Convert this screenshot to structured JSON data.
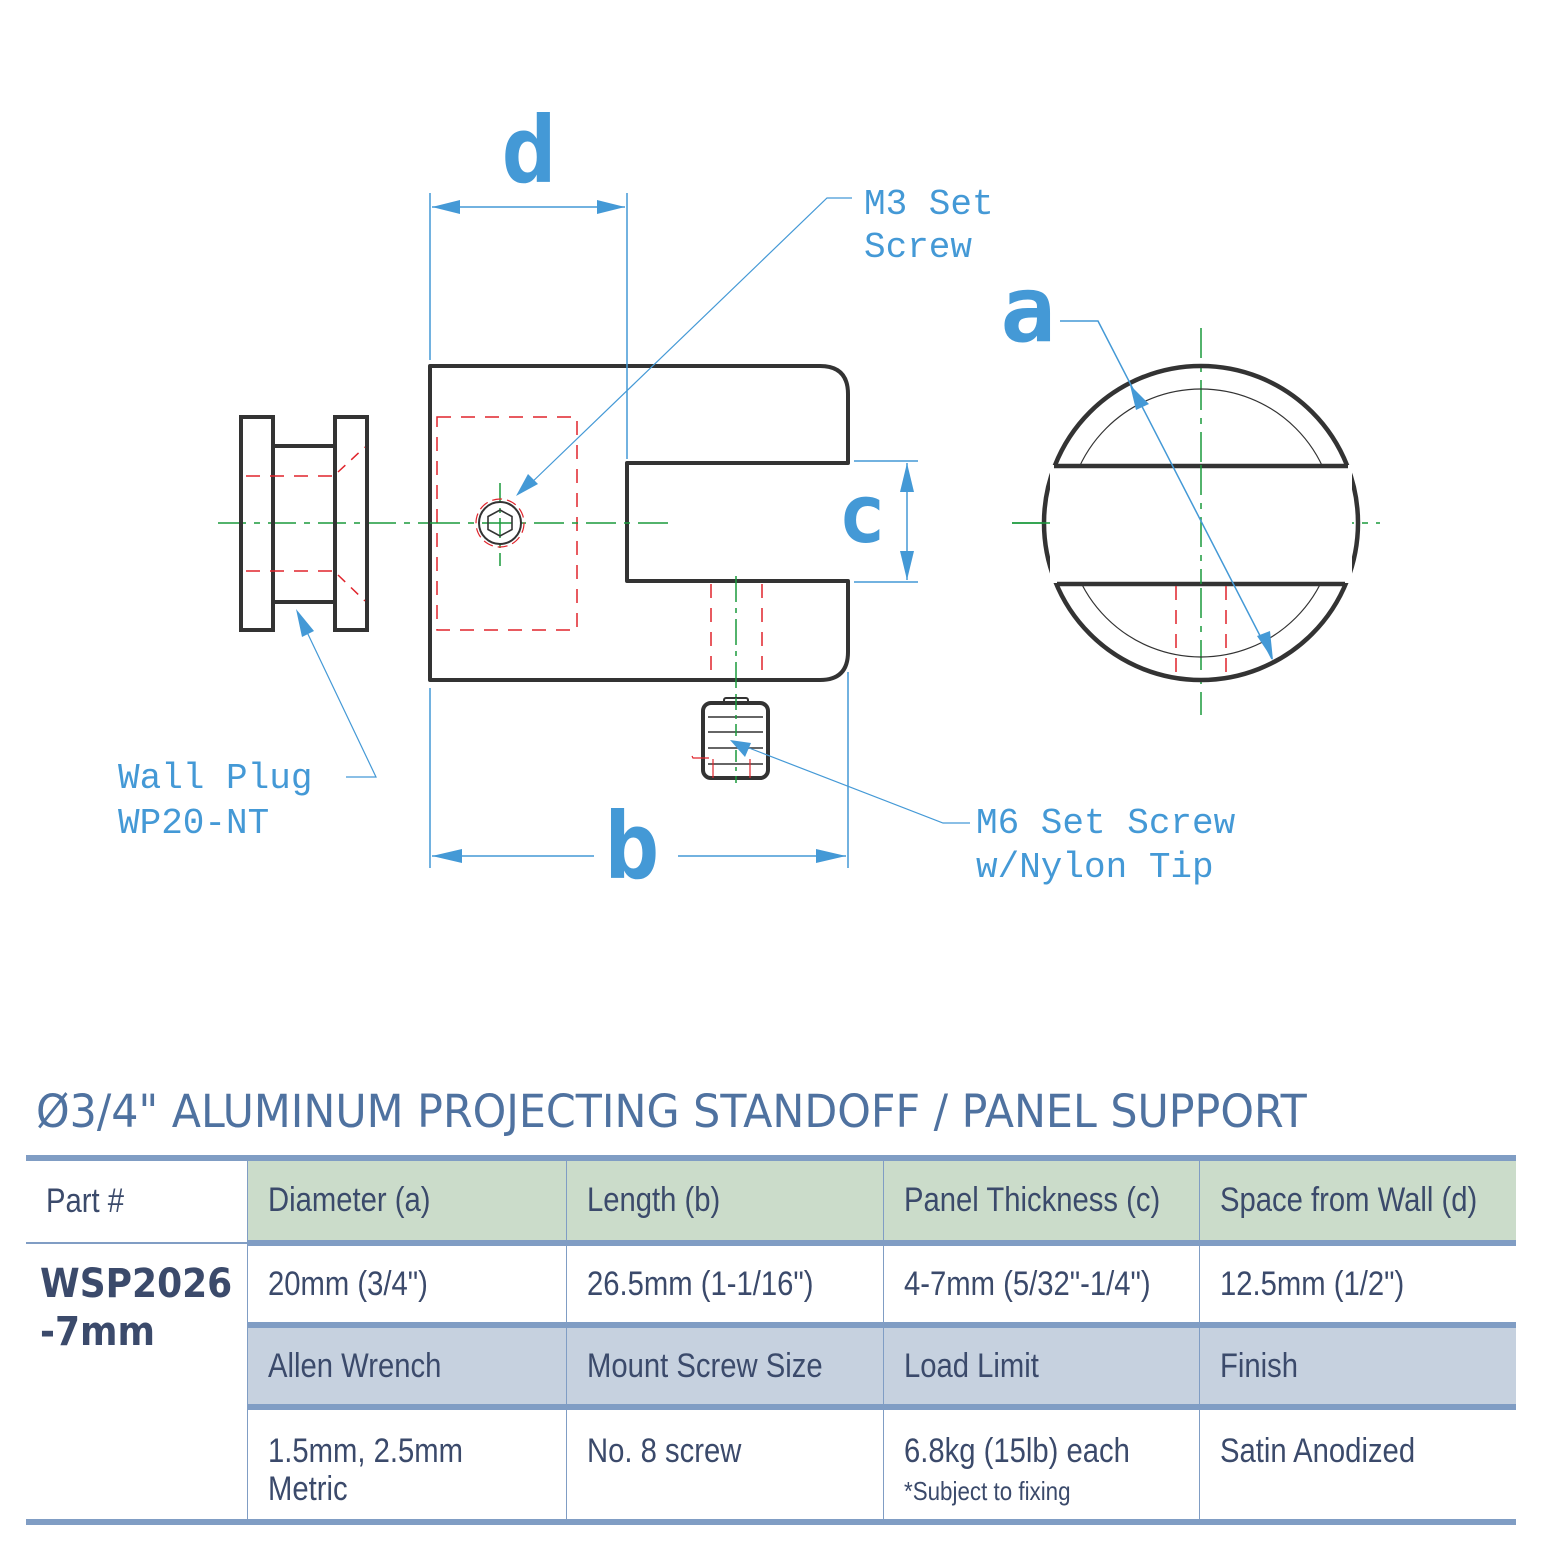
{
  "drawing": {
    "dimension_labels": {
      "a": "a",
      "b": "b",
      "c": "c",
      "d": "d"
    },
    "callouts": {
      "m3_set_screw": {
        "line1": "M3 Set",
        "line2": "Screw"
      },
      "wall_plug": {
        "line1": "Wall Plug",
        "line2": "WP20-NT"
      },
      "m6_set_screw": {
        "line1": "M6 Set Screw",
        "line2": "w/Nylon Tip"
      }
    },
    "colors": {
      "outline": "#333333",
      "dimension": "#4499d6",
      "hidden_line": "#e0242c",
      "center_line": "#1a9a3c"
    }
  },
  "spec": {
    "title": "Ø3/4\" ALUMINUM PROJECTING STANDOFF / PANEL SUPPORT",
    "header_part": "Part #",
    "part_number_line1": "WSP2026",
    "part_number_line2": "-7mm",
    "row1_headers": [
      "Diameter (a)",
      "Length (b)",
      "Panel Thickness (c)",
      "Space from Wall (d)"
    ],
    "row1_values": [
      "20mm (3/4\")",
      "26.5mm (1-1/16\")",
      "4-7mm (5/32\"-1/4\")",
      "12.5mm (1/2\")"
    ],
    "row2_headers": [
      "Allen Wrench",
      "Mount Screw Size",
      "Load Limit",
      "Finish"
    ],
    "row2_values": [
      "1.5mm, 2.5mm",
      "No. 8 screw",
      "6.8kg (15lb) each",
      "Satin Anodized"
    ],
    "row2_value_line2": {
      "allen_wrench": "Metric",
      "load_limit_note": "*Subject to fixing"
    },
    "colors": {
      "title": "#4f72a0",
      "text": "#3b4a6b",
      "rule": "#809dc4",
      "header_green": "#cbdcca",
      "header_blue": "#c6d1df"
    }
  }
}
